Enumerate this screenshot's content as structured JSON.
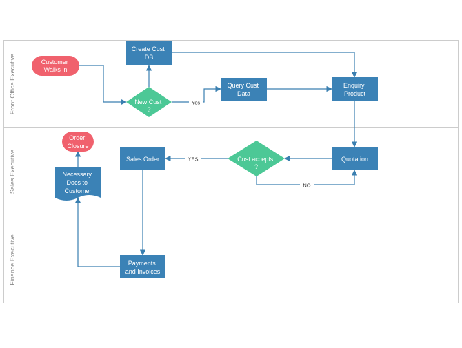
{
  "colors": {
    "process": "#3b82b6",
    "decision": "#4cc896",
    "terminal": "#f0616d",
    "edge": "#3a7fb0",
    "lane_border": "#cccccc",
    "lane_label": "#8a8a8a"
  },
  "lanes": [
    {
      "id": "front-office",
      "label": "Front Office Executive"
    },
    {
      "id": "sales",
      "label": "Sales Executive"
    },
    {
      "id": "finance",
      "label": "Finance Executive"
    }
  ],
  "nodes": {
    "customer_walks_in": {
      "shape": "terminal",
      "lines": [
        "Customer",
        "Walks in"
      ]
    },
    "create_cust_db": {
      "shape": "process",
      "lines": [
        "Create Cust",
        "DB"
      ]
    },
    "new_cust": {
      "shape": "decision",
      "lines": [
        "New Cust",
        "?"
      ]
    },
    "query_cust_data": {
      "shape": "process",
      "lines": [
        "Query Cust",
        "Data"
      ]
    },
    "enquiry_product": {
      "shape": "process",
      "lines": [
        "Enquiry",
        "Product"
      ]
    },
    "order_closure": {
      "shape": "terminal",
      "lines": [
        "Order",
        "Closure"
      ]
    },
    "necessary_docs": {
      "shape": "document",
      "lines": [
        "Necessary",
        "Docs to",
        "Customer"
      ]
    },
    "sales_order": {
      "shape": "process",
      "lines": [
        "Sales Order"
      ]
    },
    "cust_accepts": {
      "shape": "decision",
      "lines": [
        "Cust accepts",
        "?"
      ]
    },
    "quotation": {
      "shape": "process",
      "lines": [
        "Quotation"
      ]
    },
    "payments_invoices": {
      "shape": "process",
      "lines": [
        "Payments",
        "and Invoices"
      ]
    }
  },
  "edge_labels": {
    "yes_new_cust": "Yes",
    "yes_accepts": "YES",
    "no_accepts": "NO"
  }
}
